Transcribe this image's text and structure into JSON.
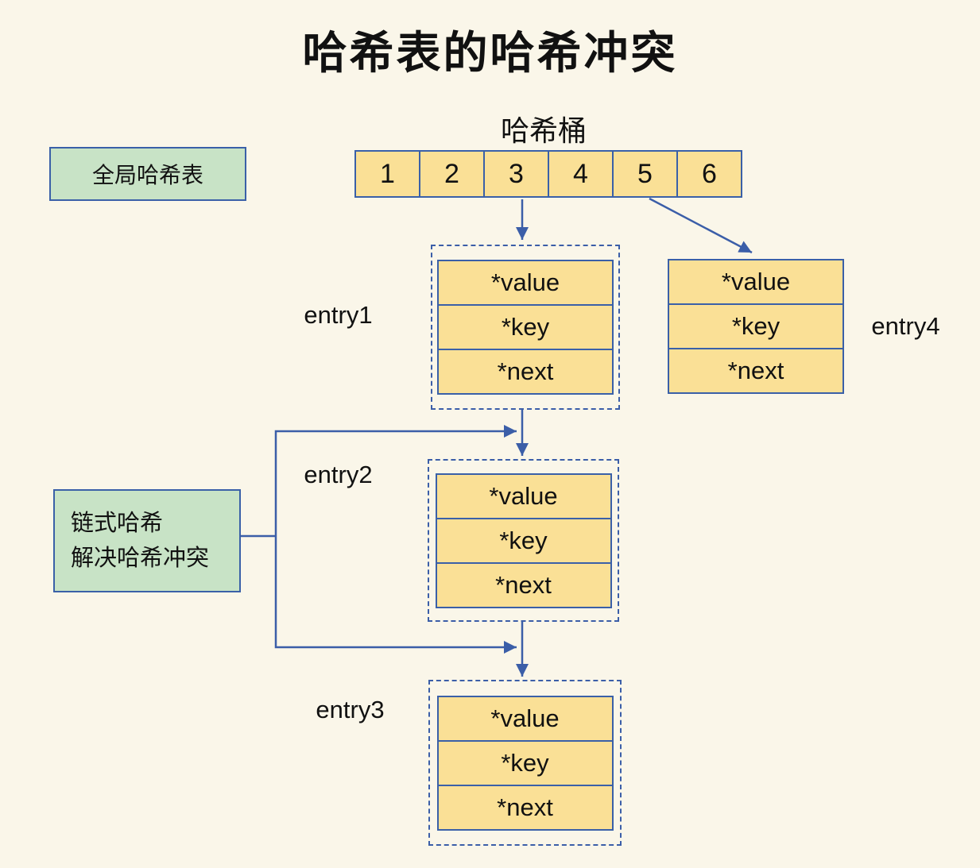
{
  "title": "哈希表的哈希冲突",
  "bucket": {
    "label": "哈希桶",
    "cells": [
      "1",
      "2",
      "3",
      "4",
      "5",
      "6"
    ]
  },
  "global_box": {
    "label": "全局哈希表"
  },
  "chain_box": {
    "line1": "链式哈希",
    "line2": "解决哈希冲突"
  },
  "entries": [
    {
      "name": "entry1",
      "fields": [
        "*value",
        "*key",
        "*next"
      ]
    },
    {
      "name": "entry2",
      "fields": [
        "*value",
        "*key",
        "*next"
      ]
    },
    {
      "name": "entry3",
      "fields": [
        "*value",
        "*key",
        "*next"
      ]
    },
    {
      "name": "entry4",
      "fields": [
        "*value",
        "*key",
        "*next"
      ]
    }
  ],
  "colors": {
    "background": "#faf6e9",
    "cell_fill": "#fae096",
    "border_blue": "#3a60a8",
    "green_fill": "#c8e3c6",
    "arrow_blue": "#3b5ea8",
    "text": "#111111"
  }
}
